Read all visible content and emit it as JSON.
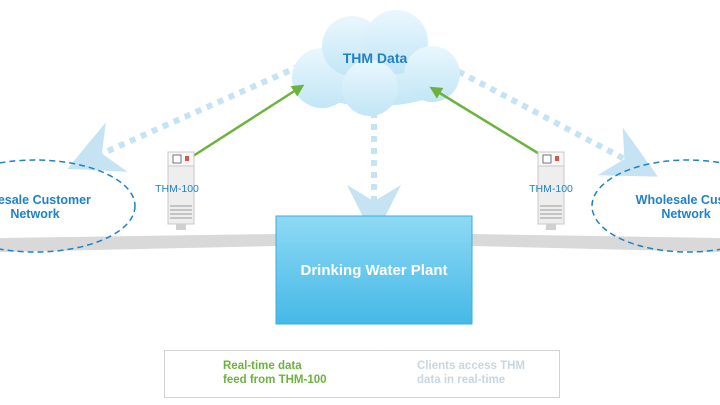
{
  "cloud": {
    "label": "THM Data"
  },
  "plant": {
    "label": "Drinking Water Plant"
  },
  "devices": {
    "left_label": "THM-100",
    "right_label": "THM-100"
  },
  "networks": {
    "left_label": "holesale Customer\nNetwork",
    "right_label": "Wholesale Custo\nNetwork"
  },
  "legend": {
    "green_label": "Real-time data\nfeed from THM-100",
    "blue_label": "Clients access THM\ndata in real-time"
  },
  "colors": {
    "primary_blue": "#1f82c8",
    "cloud_fill": "#d4eef9",
    "plant_fill": "#5cc5ec",
    "green_arrow": "#6cb33e",
    "dashed_arrow": "#c5e3f3",
    "pipe": "#d6d6d6"
  }
}
